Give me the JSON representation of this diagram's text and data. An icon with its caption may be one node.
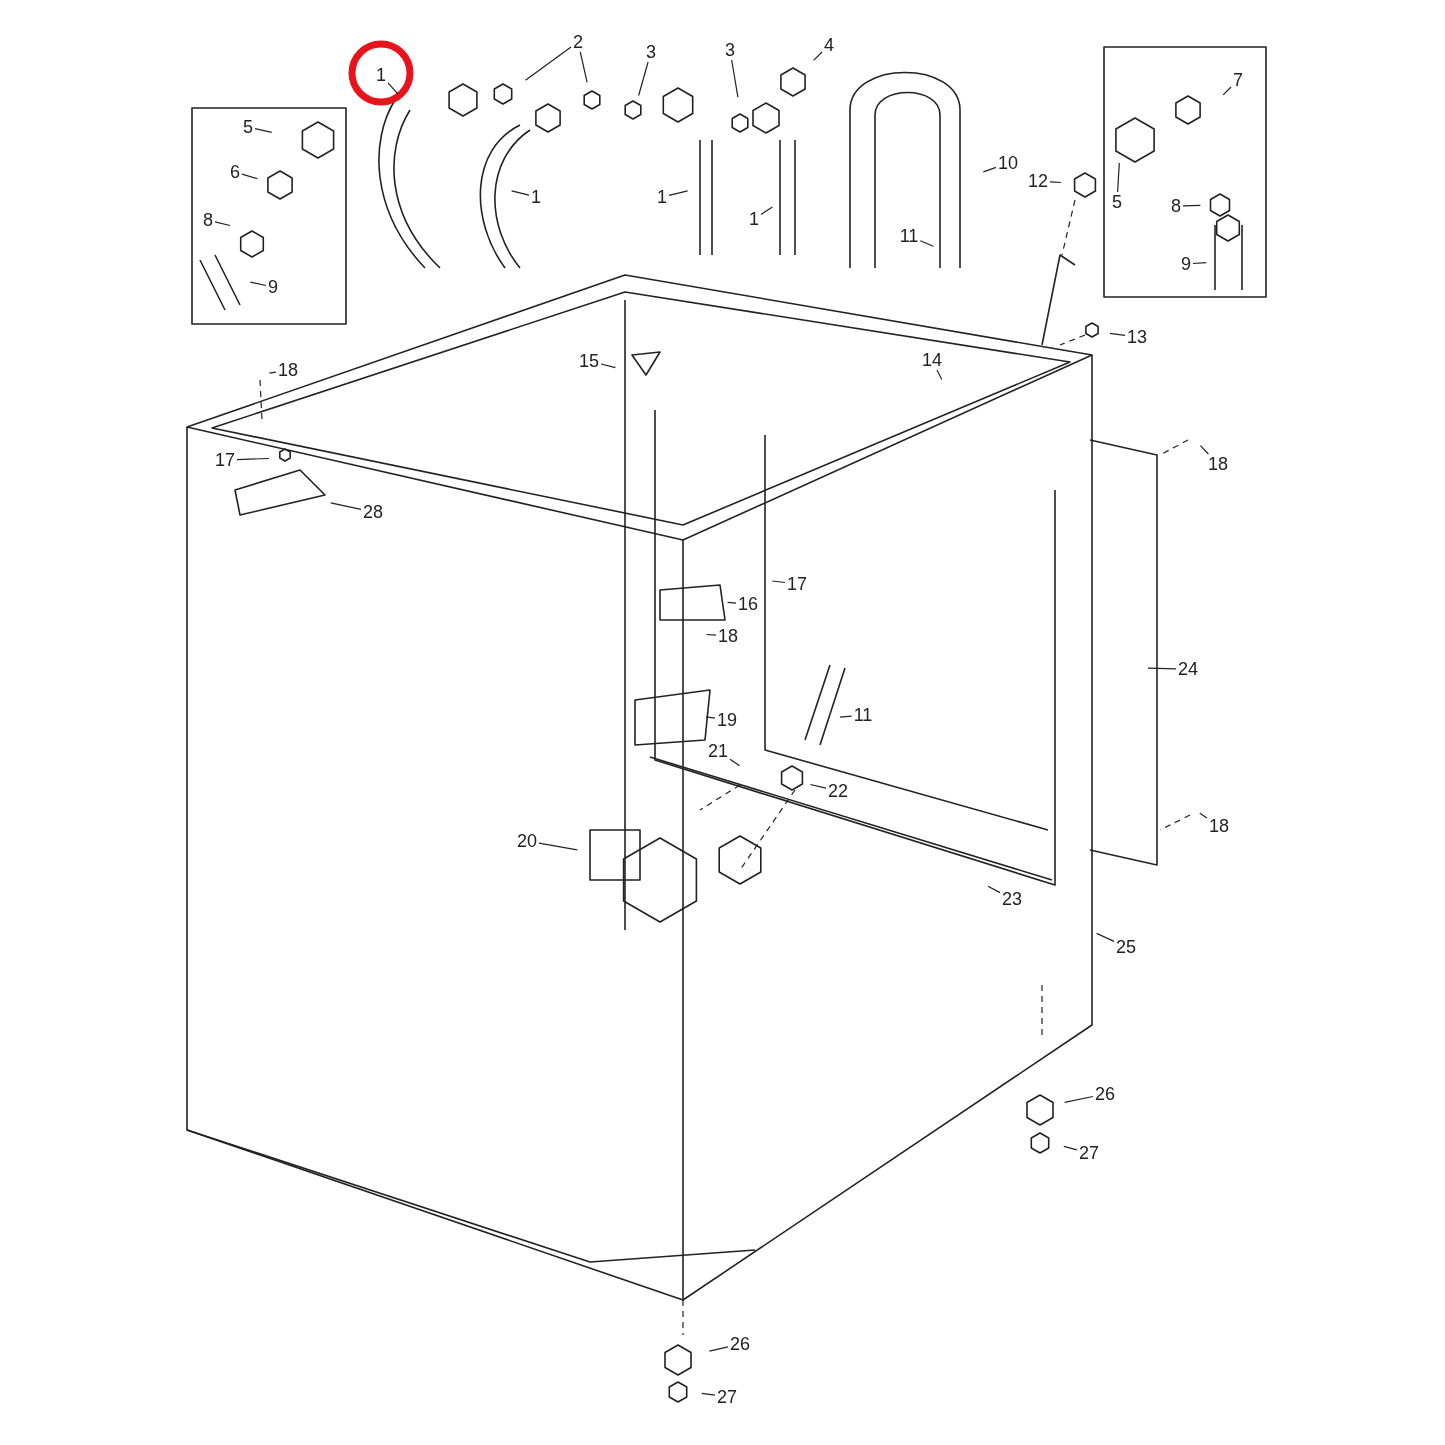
{
  "diagram": {
    "nodes": [
      {
        "text": [
          "1"
        ]
      },
      {
        "text": [
          "2"
        ]
      },
      {
        "text": [
          "3"
        ]
      },
      {
        "text": [
          "3"
        ]
      },
      {
        "text": [
          "4"
        ]
      },
      {
        "text": [
          "7"
        ]
      },
      {
        "text": [
          "5"
        ]
      },
      {
        "text": [
          "10"
        ]
      },
      {
        "text": [
          "6"
        ]
      },
      {
        "text": [
          "12"
        ]
      },
      {
        "text": [
          "1"
        ]
      },
      {
        "text": [
          "1"
        ]
      },
      {
        "text": [
          "5"
        ]
      },
      {
        "text": [
          "8"
        ]
      },
      {
        "text": [
          "1"
        ]
      },
      {
        "text": [
          "8"
        ]
      },
      {
        "text": [
          "11"
        ]
      },
      {
        "text": [
          "9"
        ]
      },
      {
        "text": [
          "9"
        ]
      },
      {
        "text": [
          "13"
        ]
      },
      {
        "text": [
          "15"
        ]
      },
      {
        "text": [
          "14"
        ]
      },
      {
        "text": [
          "18"
        ]
      },
      {
        "text": [
          "17"
        ]
      },
      {
        "text": [
          "18"
        ]
      },
      {
        "text": [
          "28"
        ]
      },
      {
        "text": [
          "17"
        ]
      },
      {
        "text": [
          "16"
        ]
      },
      {
        "text": [
          "18"
        ]
      },
      {
        "text": [
          "24"
        ]
      },
      {
        "text": [
          "11"
        ]
      },
      {
        "text": [
          "19"
        ]
      },
      {
        "text": [
          "21"
        ]
      },
      {
        "text": [
          "22"
        ]
      },
      {
        "text": [
          "18"
        ]
      },
      {
        "text": [
          "20"
        ]
      },
      {
        "text": [
          "23"
        ]
      },
      {
        "text": [
          "25"
        ]
      },
      {
        "text": [
          "26"
        ]
      },
      {
        "text": [
          "27"
        ]
      },
      {
        "text": [
          "26"
        ]
      },
      {
        "text": [
          "27"
        ]
      }
    ],
    "edges": [
      {
        "from": 0,
        "to": null,
        "arrow": "none"
      },
      {
        "from": 1,
        "to": null,
        "arrow": "none"
      },
      {
        "from": 1,
        "to": null,
        "arrow": "none"
      },
      {
        "from": 2,
        "to": null,
        "arrow": "none"
      },
      {
        "from": 3,
        "to": null,
        "arrow": "none"
      },
      {
        "from": 4,
        "to": null,
        "arrow": "none"
      },
      {
        "from": 5,
        "to": null,
        "arrow": "none"
      },
      {
        "from": 6,
        "to": null,
        "arrow": "none"
      },
      {
        "from": 7,
        "to": null,
        "arrow": "none"
      },
      {
        "from": 8,
        "to": null,
        "arrow": "none"
      },
      {
        "from": 9,
        "to": null,
        "arrow": "none"
      },
      {
        "from": 10,
        "to": null,
        "arrow": "none"
      },
      {
        "from": 11,
        "to": null,
        "arrow": "none"
      },
      {
        "from": 12,
        "to": null,
        "arrow": "none"
      },
      {
        "from": 13,
        "to": null,
        "arrow": "none"
      },
      {
        "from": 14,
        "to": null,
        "arrow": "none"
      },
      {
        "from": 15,
        "to": null,
        "arrow": "none"
      },
      {
        "from": 16,
        "to": null,
        "arrow": "none"
      },
      {
        "from": 17,
        "to": null,
        "arrow": "none"
      },
      {
        "from": 18,
        "to": null,
        "arrow": "none"
      },
      {
        "from": 19,
        "to": null,
        "arrow": "none"
      },
      {
        "from": 20,
        "to": null,
        "arrow": "none"
      },
      {
        "from": 21,
        "to": null,
        "arrow": "none"
      },
      {
        "from": 22,
        "to": null,
        "arrow": "none"
      },
      {
        "from": 23,
        "to": null,
        "arrow": "none"
      },
      {
        "from": 24,
        "to": null,
        "arrow": "none"
      },
      {
        "from": 25,
        "to": null,
        "arrow": "none"
      },
      {
        "from": 26,
        "to": null,
        "arrow": "none"
      },
      {
        "from": 27,
        "to": null,
        "arrow": "none"
      },
      {
        "from": 28,
        "to": null,
        "arrow": "none"
      },
      {
        "from": 29,
        "to": null,
        "arrow": "none"
      },
      {
        "from": 30,
        "to": null,
        "arrow": "none"
      },
      {
        "from": 31,
        "to": null,
        "arrow": "none"
      },
      {
        "from": 32,
        "to": null,
        "arrow": "none"
      },
      {
        "from": 33,
        "to": null,
        "arrow": "none"
      },
      {
        "from": 34,
        "to": null,
        "arrow": "none"
      },
      {
        "from": 35,
        "to": null,
        "arrow": "none"
      },
      {
        "from": 36,
        "to": null,
        "arrow": "none"
      },
      {
        "from": 37,
        "to": null,
        "arrow": "none"
      },
      {
        "from": 38,
        "to": null,
        "arrow": "none"
      },
      {
        "from": 39,
        "to": null,
        "arrow": "none"
      },
      {
        "from": 40,
        "to": null,
        "arrow": "none"
      },
      {
        "from": 41,
        "to": null,
        "arrow": "none"
      }
    ]
  }
}
